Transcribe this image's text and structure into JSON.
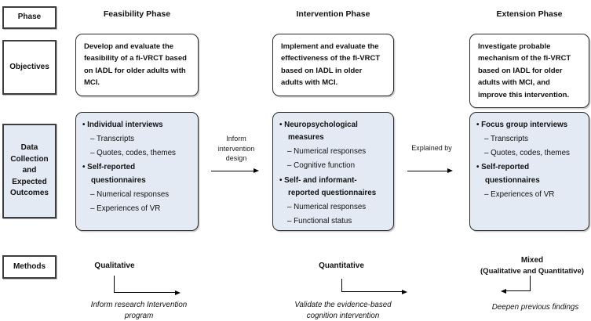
{
  "colors": {
    "box_fill": "#e3eaf4",
    "box_border": "#2b2b2b",
    "label_border": "#3d3d3d",
    "arrow": "#000000",
    "background": "#ffffff"
  },
  "row_labels": {
    "phase": "Phase",
    "objectives": "Objectives",
    "data_collection": "Data Collection and Expected Outcomes",
    "methods": "Methods"
  },
  "columns": [
    {
      "phase": "Feasibility Phase",
      "objective": "Develop and evaluate the feasibility of a fi-VRCT based on IADL for older adults with MCI.",
      "data_items": [
        {
          "text": "• Individual interviews",
          "type": "bullet"
        },
        {
          "text": "– Transcripts",
          "type": "sub"
        },
        {
          "text": "– Quotes, codes, themes",
          "type": "sub"
        },
        {
          "text": "• Self-reported questionnaires",
          "type": "bullet"
        },
        {
          "text": "– Numerical responses",
          "type": "sub"
        },
        {
          "text": "– Experiences of VR",
          "type": "sub"
        }
      ],
      "method": "Qualitative",
      "method_note": "Inform research Intervention program"
    },
    {
      "phase": "Intervention Phase",
      "objective": "Implement and evaluate the effectiveness of the fi-VRCT based on IADL in older adults with MCI.",
      "data_items": [
        {
          "text": "• Neuropsychological measures",
          "type": "bullet"
        },
        {
          "text": "– Numerical responses",
          "type": "sub"
        },
        {
          "text": "– Cognitive function",
          "type": "sub"
        },
        {
          "text": "• Self- and informant-reported questionnaires",
          "type": "bullet"
        },
        {
          "text": "– Numerical responses",
          "type": "sub"
        },
        {
          "text": "– Functional status",
          "type": "sub"
        }
      ],
      "method": "Quantitative",
      "method_note": "Validate the evidence-based cognition intervention"
    },
    {
      "phase": "Extension Phase",
      "objective": "Investigate probable mechanism of the fi-VRCT based on IADL for older adults with MCI, and improve this intervention.",
      "data_items": [
        {
          "text": "• Focus group interviews",
          "type": "bullet"
        },
        {
          "text": "– Transcripts",
          "type": "sub"
        },
        {
          "text": "– Quotes, codes, themes",
          "type": "sub"
        },
        {
          "text": "• Self-reported questionnaires",
          "type": "bullet"
        },
        {
          "text": "– Experiences of VR",
          "type": "sub"
        }
      ],
      "method": "Mixed",
      "method_sub": "(Qualitative and Quantitative)",
      "method_note": "Deepen previous findings"
    }
  ],
  "connectors": [
    {
      "label": "Inform intervention design"
    },
    {
      "label": "Explained by"
    }
  ]
}
